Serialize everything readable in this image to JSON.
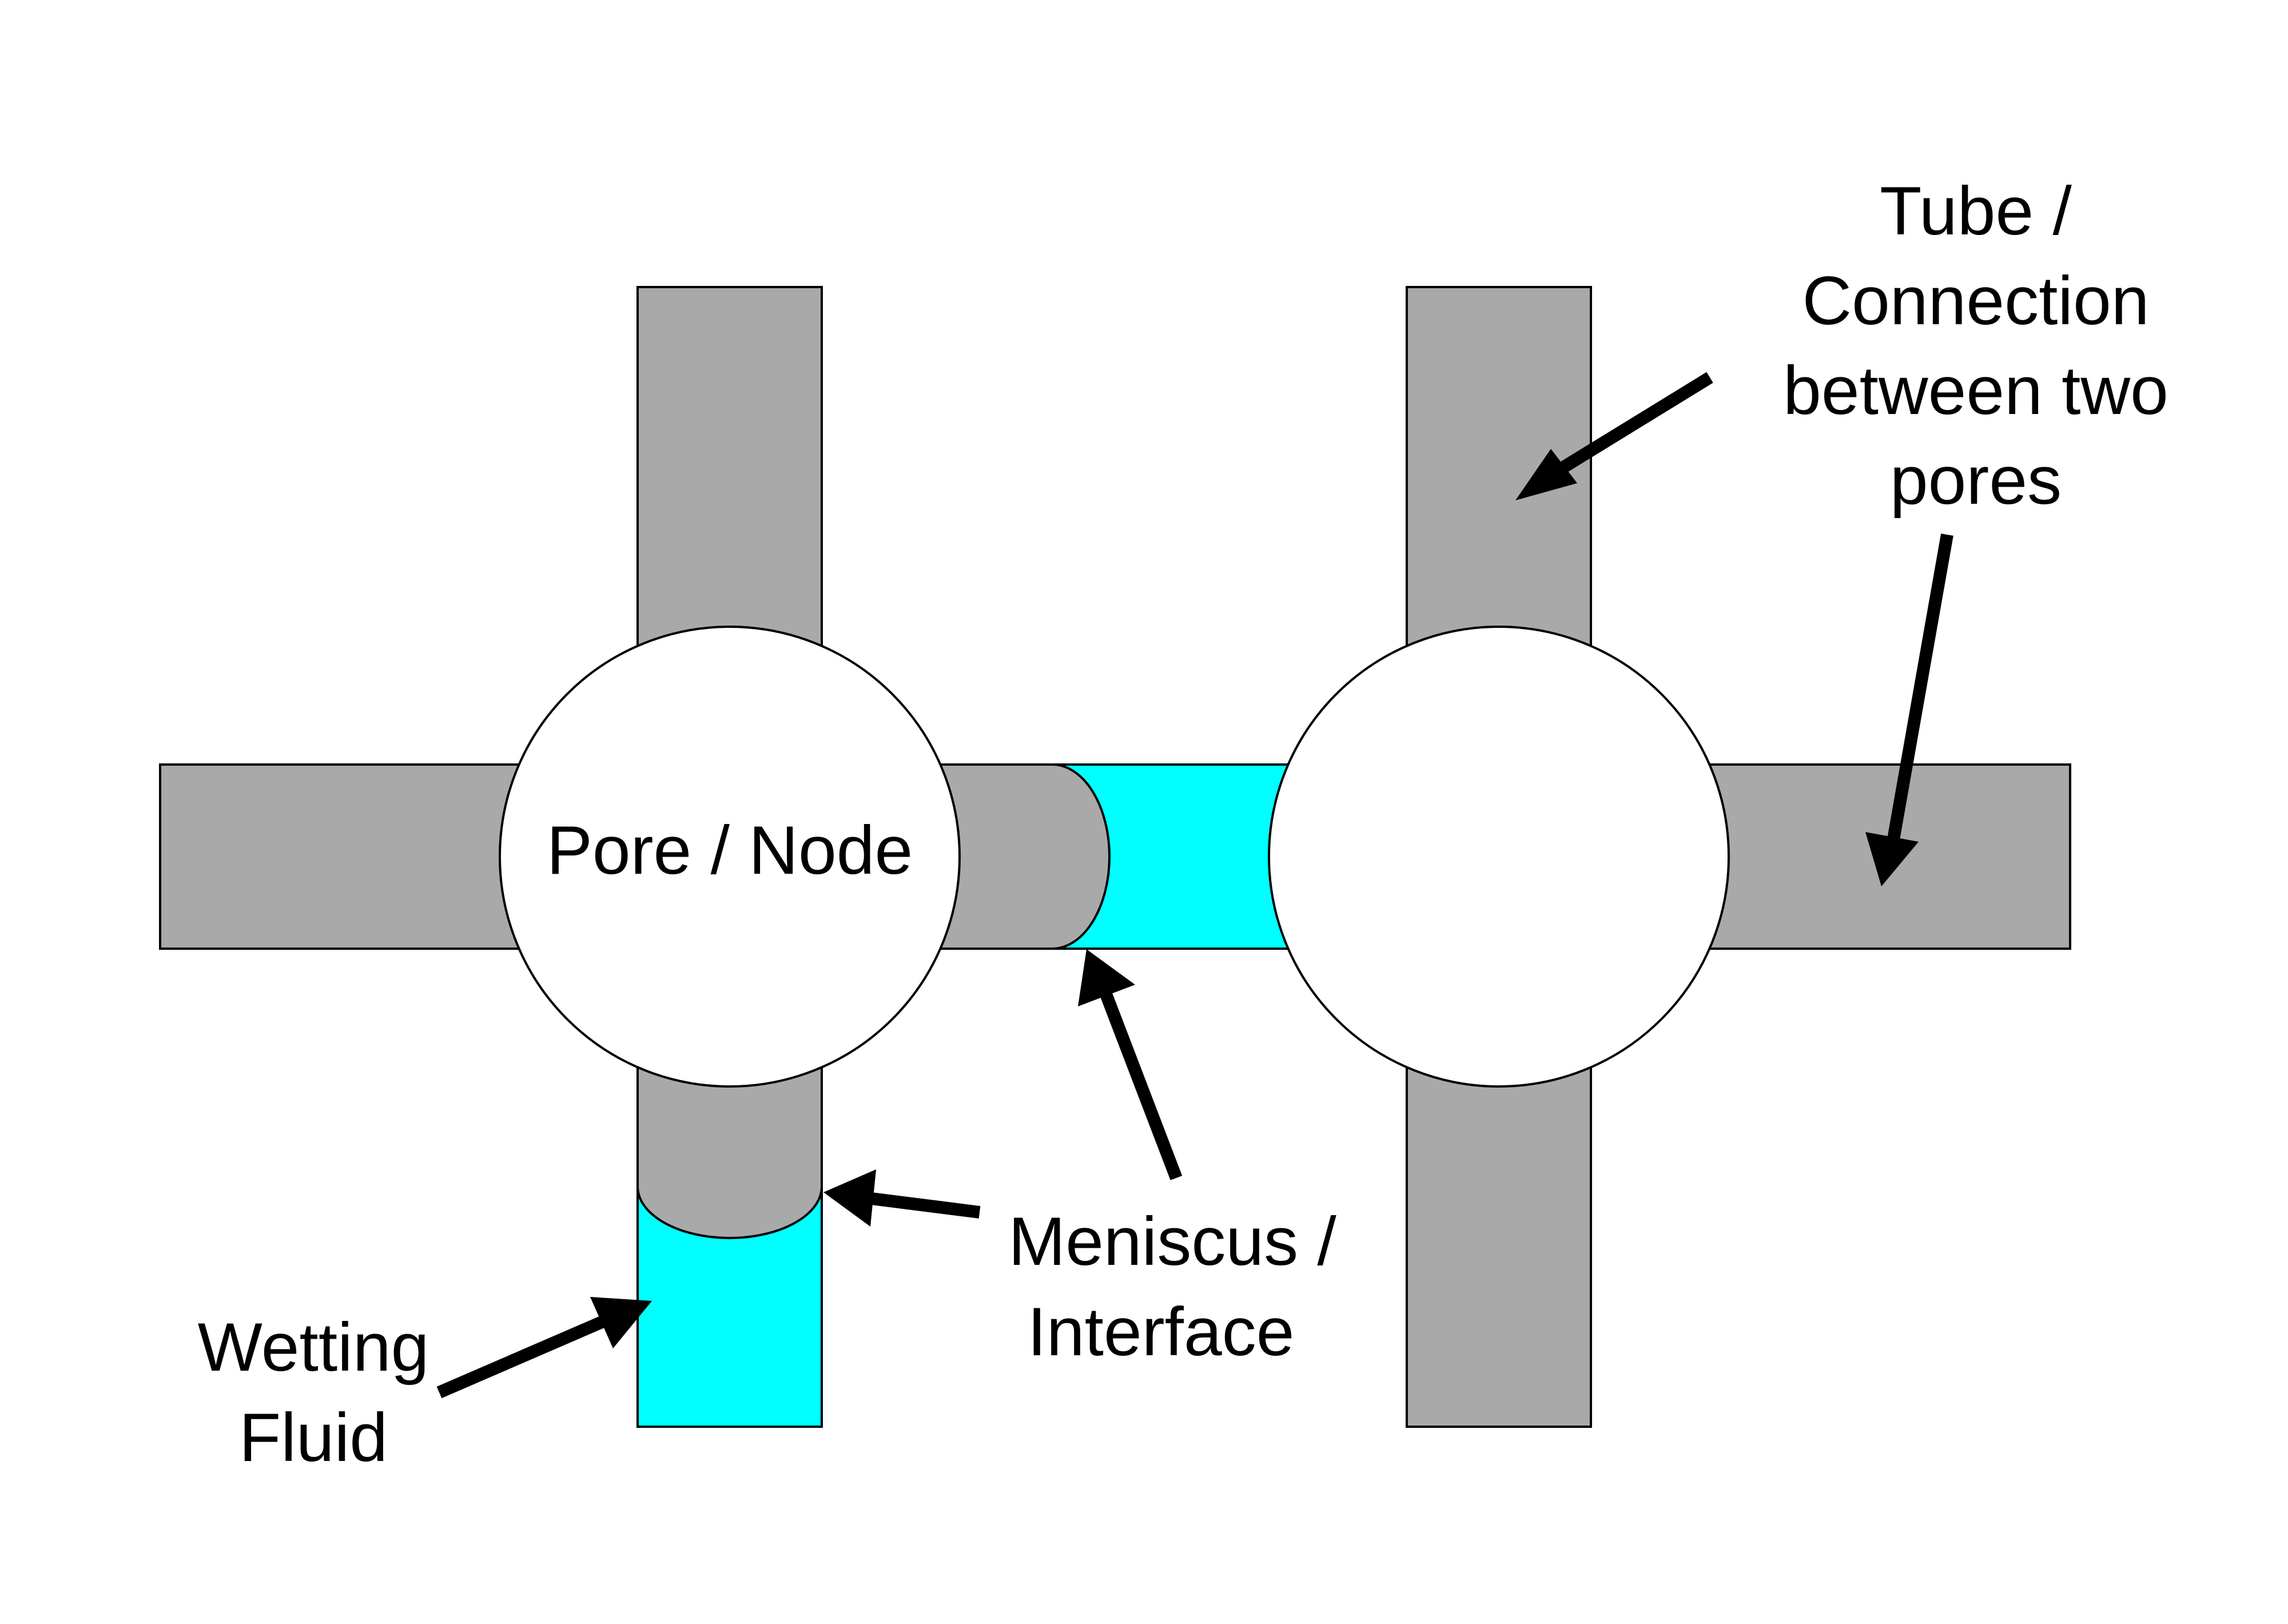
{
  "labels": {
    "pore_node": "Pore / Node",
    "tube_line1": "Tube /",
    "tube_line2": "Connection",
    "tube_line3": "between two",
    "tube_line4": "pores",
    "meniscus_line1": "Meniscus /",
    "meniscus_line2": "Interface",
    "wetting_line1": "Wetting",
    "wetting_line2": "Fluid"
  },
  "colors": {
    "tube_fill": "#a9a9a9",
    "wetting_fluid": "#00ffff",
    "pore_fill": "#ffffff",
    "outline": "#000000",
    "arrow": "#000000"
  }
}
